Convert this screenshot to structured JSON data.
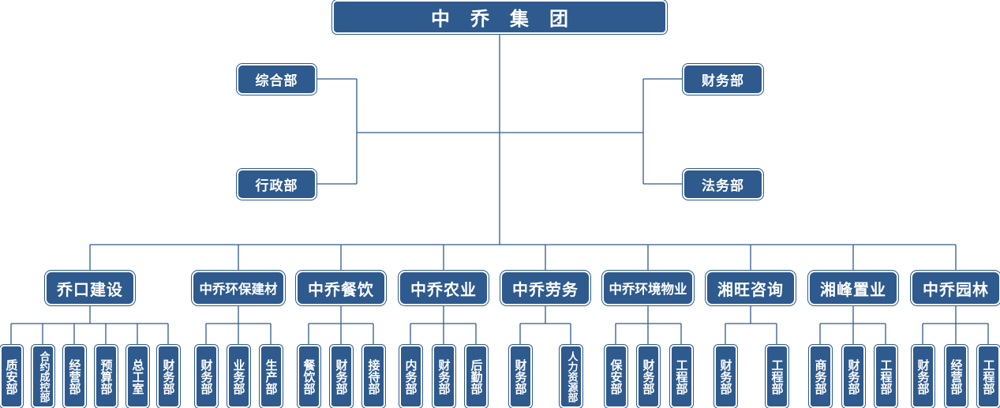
{
  "org": {
    "root": "中乔集团",
    "staff": [
      "综合部",
      "财务部",
      "行政部",
      "法务部"
    ],
    "subsidiaries": [
      {
        "name": "乔口建设",
        "departments": [
          "质安部",
          "合约成控部",
          "经营部",
          "预算部",
          "总工室",
          "财务部"
        ]
      },
      {
        "name": "中乔环保建材",
        "departments": [
          "财务部",
          "业务部",
          "生产部"
        ]
      },
      {
        "name": "中乔餐饮",
        "departments": [
          "餐饮部",
          "财务部",
          "接待部"
        ]
      },
      {
        "name": "中乔农业",
        "departments": [
          "内务部",
          "财务部",
          "后勤部"
        ]
      },
      {
        "name": "中乔劳务",
        "departments": [
          "财务部",
          "人力资源部"
        ]
      },
      {
        "name": "中乔环境物业",
        "departments": [
          "保安部",
          "财务部",
          "工程部"
        ]
      },
      {
        "name": "湘旺咨询",
        "departments": [
          "财务部",
          "工程部"
        ]
      },
      {
        "name": "湘峰置业",
        "departments": [
          "商务部",
          "财务部",
          "工程部"
        ]
      },
      {
        "name": "中乔园林",
        "departments": [
          "财务部",
          "经营部",
          "工程部"
        ]
      }
    ]
  },
  "colors": {
    "box": "#2e5a8e",
    "line": "#2e5a8e",
    "text": "#ffffff"
  }
}
